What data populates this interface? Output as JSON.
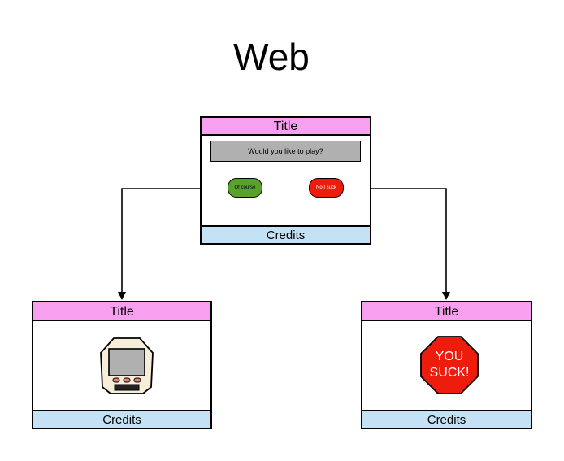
{
  "diagram": {
    "title": "Web",
    "main_screen": {
      "title": "Title",
      "question": "Would you like to play?",
      "yes_button": "Of course",
      "no_button": "No I suck",
      "footer": "Credits",
      "colors": {
        "header": "#f8a0f0",
        "footer": "#c4e2f6",
        "yes": "#5aa12c",
        "no": "#ee1c0c",
        "question_box": "#b0b0b0"
      }
    },
    "left_screen": {
      "title": "Title",
      "footer": "Credits",
      "icon": "handheld-game-console-icon"
    },
    "right_screen": {
      "title": "Title",
      "footer": "Credits",
      "icon": "stop-sign-icon",
      "sign_text_line1": "YOU",
      "sign_text_line2": "SUCK!",
      "sign_color": "#ee1c0c"
    }
  }
}
